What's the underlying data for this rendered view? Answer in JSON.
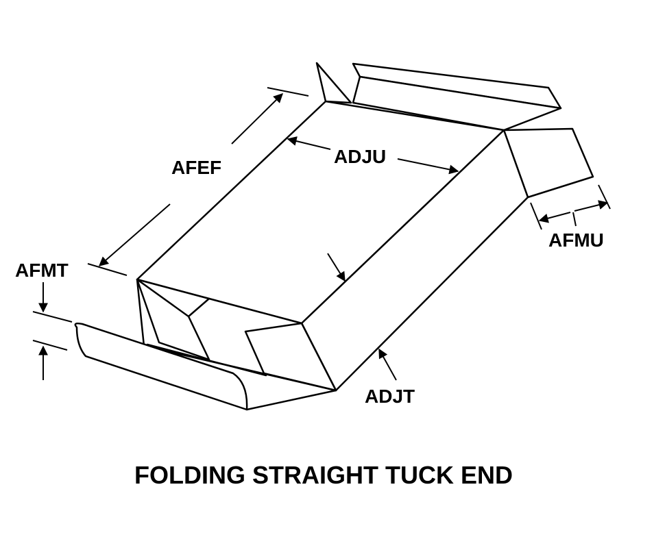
{
  "diagram": {
    "caption": "FOLDING STRAIGHT TUCK END",
    "dimension_labels": {
      "afef": "AFEF",
      "adju": "ADJU",
      "afmt": "AFMT",
      "afmu": "AFMU",
      "adjt": "ADJT"
    },
    "line_color": "#000000",
    "background_color": "#ffffff"
  }
}
